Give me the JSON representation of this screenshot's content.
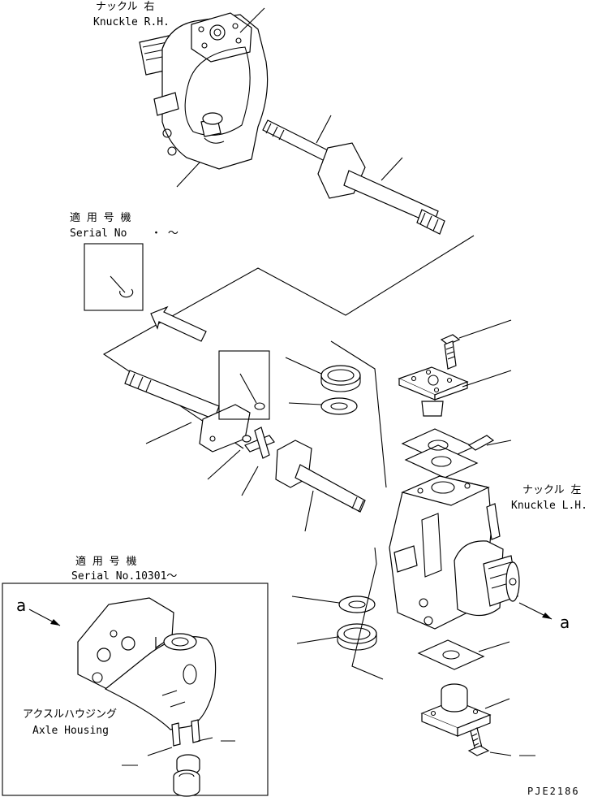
{
  "knuckle_rh": {
    "jp": "ナックル 右",
    "en": "Knuckle R.H."
  },
  "knuckle_lh": {
    "jp": "ナックル 左",
    "en": "Knuckle L.H."
  },
  "serial_box_1": {
    "jp": "適 用 号 機",
    "en": "Serial No",
    "range": "・ 〜"
  },
  "serial_box_2": {
    "jp": "適 用 号 機",
    "en": "Serial No.10301〜"
  },
  "axle_housing": {
    "jp": "アクスルハウジング",
    "en": "Axle Housing"
  },
  "view_marker": {
    "left": "a",
    "right": "a"
  },
  "figure_code": "PJE2186"
}
